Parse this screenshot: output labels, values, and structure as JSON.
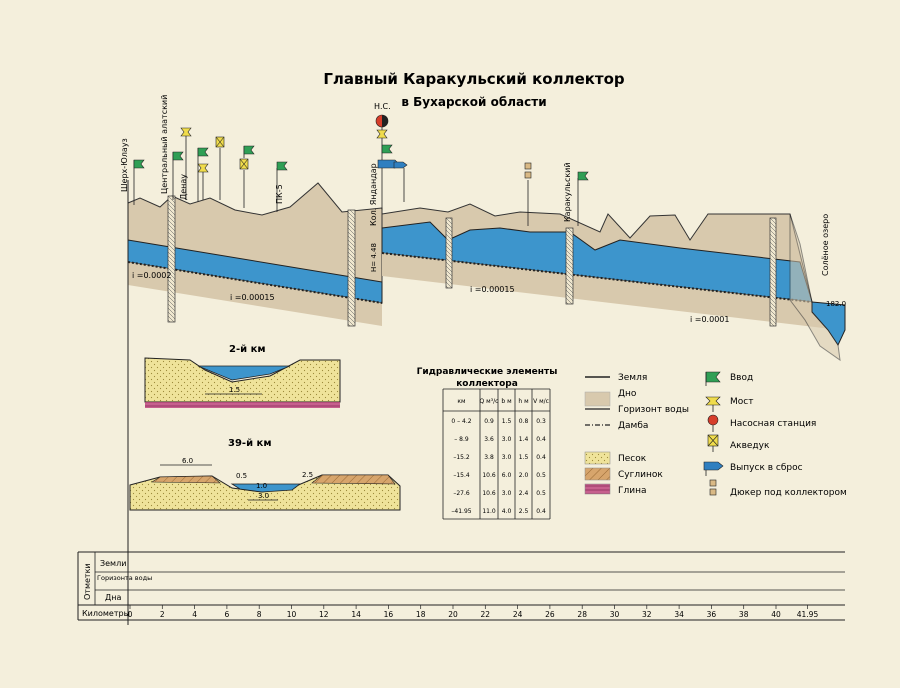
{
  "title": "Главный Каракульский коллектор",
  "subtitle": "в Бухарской области",
  "profile": {
    "site_labels": [
      "Шерх-Юлауз",
      "Центральный алатский",
      "Денау",
      "ПК-5",
      "Кол. Яндандар",
      "Каракульский",
      "Солёное озеро"
    ],
    "ns_label": "Н.С.",
    "height_label": "Н= 4.48",
    "slopes": [
      "i =0.0002",
      "i =0.00015",
      "i =0.00015",
      "i =0.0001"
    ],
    "lake_mark": "182.0"
  },
  "sections": {
    "s1": {
      "title": "2-й км",
      "width_label": "1.5"
    },
    "s2": {
      "title": "39-й км",
      "labels": [
        "6.0",
        "0.5",
        "2.5",
        "1.0",
        "3.0"
      ]
    }
  },
  "table": {
    "caption_line1": "Гидравлические элементы",
    "caption_line2": "коллектора",
    "headers": [
      "км",
      "Q м³/с",
      "b м",
      "h м",
      "V м/с"
    ],
    "rows": [
      [
        "0 – 4.2",
        "0.9",
        "1.5",
        "0.8",
        "0.3"
      ],
      [
        "– 8.9",
        "3.6",
        "3.0",
        "1.4",
        "0.4"
      ],
      [
        "–15.2",
        "3.8",
        "3.0",
        "1.5",
        "0.4"
      ],
      [
        "–15.4",
        "10.6",
        "6.0",
        "2.0",
        "0.5"
      ],
      [
        "–27.6",
        "10.6",
        "3.0",
        "2.4",
        "0.5"
      ],
      [
        "–41.95",
        "11.0",
        "4.0",
        "2.5",
        "0.4"
      ]
    ]
  },
  "legend_left": {
    "zemlya": "Земля",
    "dno": "Дно",
    "gorizont": "Горизонт воды",
    "damba": "Дамба",
    "pesok": "Песок",
    "suglinok": "Суглинок",
    "glina": "Глина"
  },
  "legend_right": {
    "vvod": "Ввод",
    "most": "Мост",
    "ns": "Насосная станция",
    "akveduk": "Акведук",
    "vypusk": "Выпуск в сброс",
    "dyuker": "Дюкер под коллектором"
  },
  "bottom_table": {
    "side_label": "Отметки",
    "row_zemli": "Земли",
    "row_gorizont": "Горизонта воды",
    "row_dna": "Дна",
    "row_km": "Километры",
    "km_ticks": [
      "0",
      "2",
      "4",
      "6",
      "8",
      "10",
      "12",
      "14",
      "16",
      "18",
      "20",
      "22",
      "24",
      "26",
      "28",
      "30",
      "32",
      "34",
      "36",
      "38",
      "40",
      "41.95"
    ]
  },
  "colors": {
    "paper": "#f4efdc",
    "earth": "#d8c9ad",
    "water": "#3d95cc",
    "sand": "#efe39a",
    "loam": "#d7a56c",
    "clay": "#c7608e",
    "flag_green": "#2f9f55",
    "flag_yellow": "#f0dc4c",
    "pump_red": "#d63d2a",
    "outlet_blue": "#2f7fc0"
  }
}
